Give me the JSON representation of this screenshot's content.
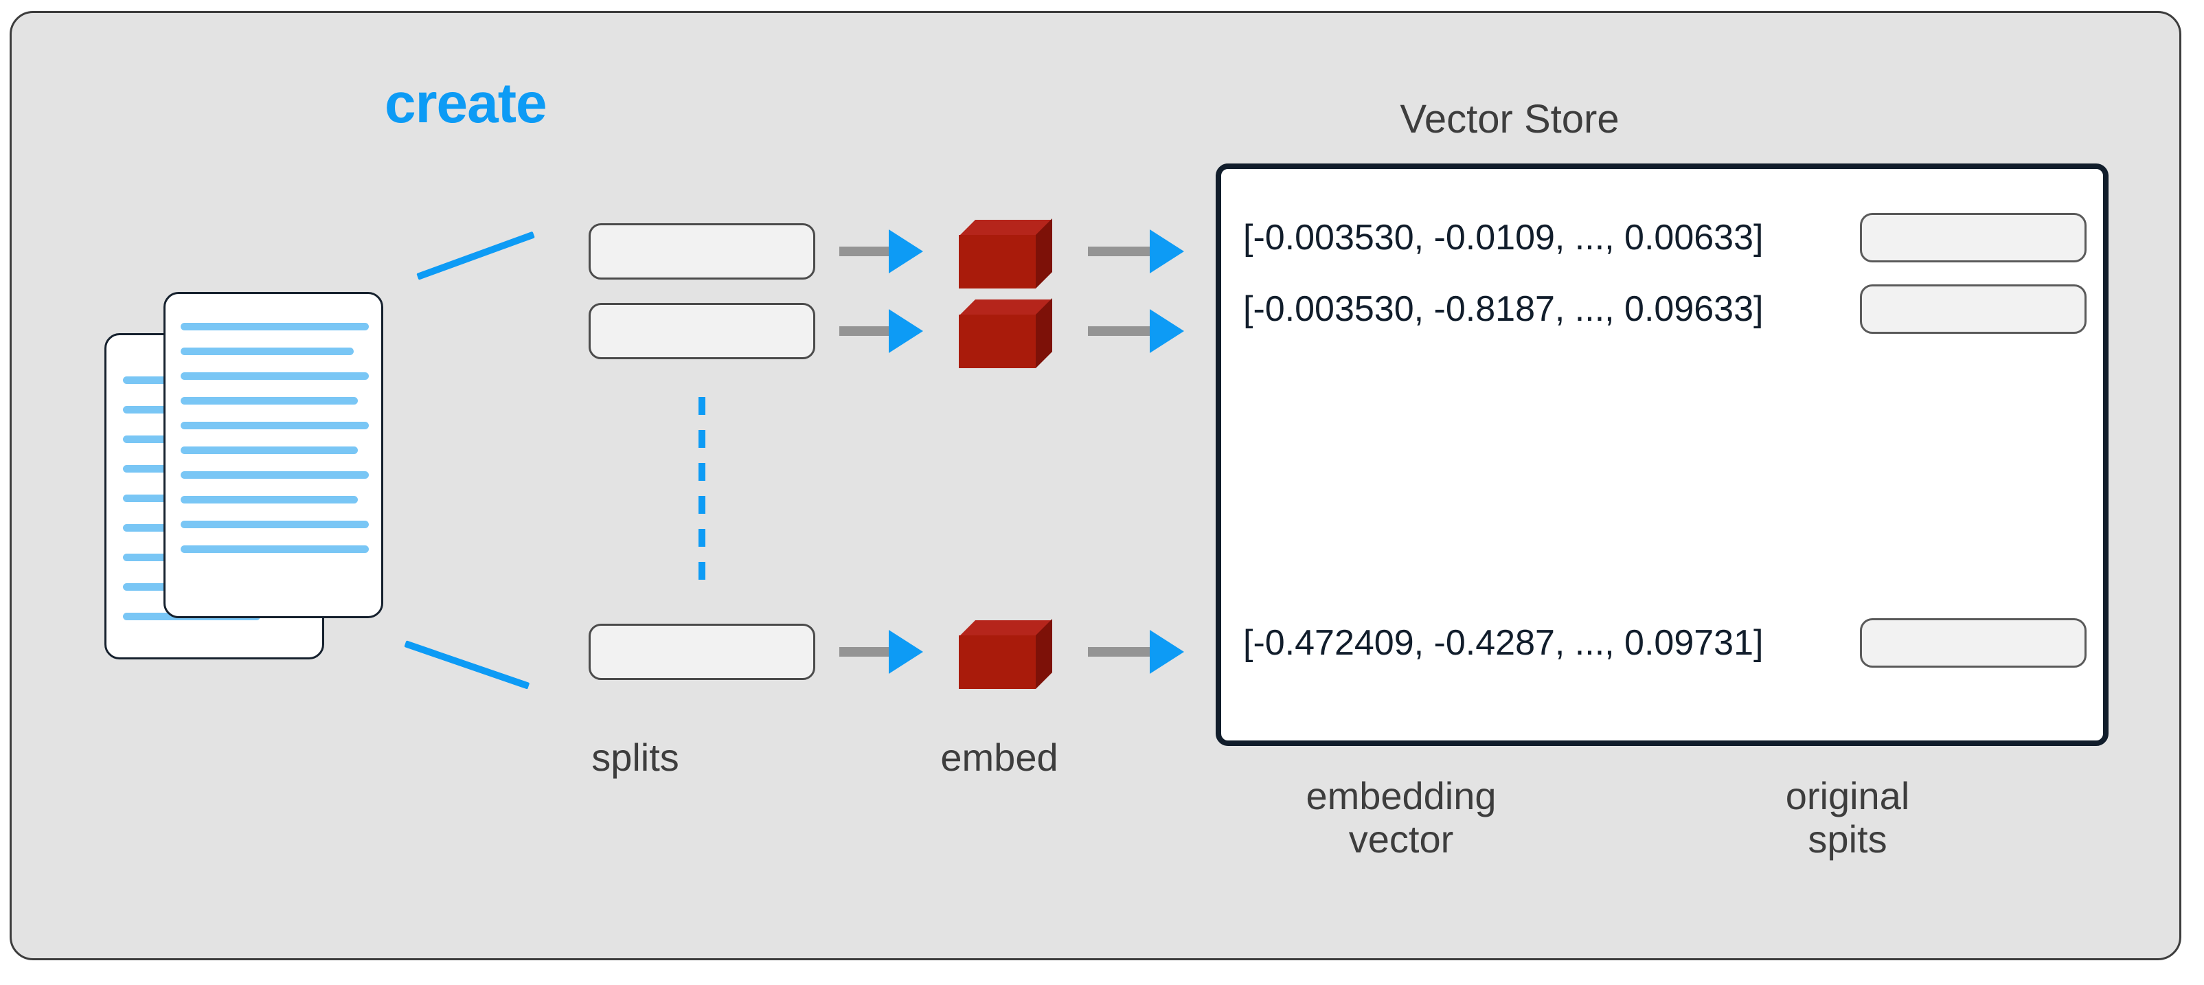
{
  "diagram": {
    "title": "create",
    "title_color": "#0d9bf5",
    "background_color": "#e3e3e3"
  },
  "source": {
    "icon": "documents-stack-icon",
    "page_count": 2
  },
  "splits": {
    "label": "splits",
    "boxes": [
      "",
      "",
      ""
    ],
    "separator": "vertical-dashed-line"
  },
  "embed": {
    "label": "embed",
    "icon": "red-cube-icon",
    "cube_count": 3,
    "cube_color": "#a91b0b"
  },
  "arrows": {
    "shaft_color": "#949494",
    "head_color": "#0d9bf5",
    "count": 6
  },
  "vector_store": {
    "title": "Vector Store",
    "border_color": "#111d2b",
    "rows": [
      {
        "vector": "[-0.003530, -0.0109, ..., 0.00633]",
        "split": ""
      },
      {
        "vector": "[-0.003530, -0.8187, ..., 0.09633]",
        "split": ""
      },
      {
        "vector": "[-0.472409, -0.4287, ..., 0.09731]",
        "split": ""
      }
    ],
    "column_labels": {
      "embedding_vector": "embedding\nvector",
      "original_splits": "original\nspits"
    }
  }
}
